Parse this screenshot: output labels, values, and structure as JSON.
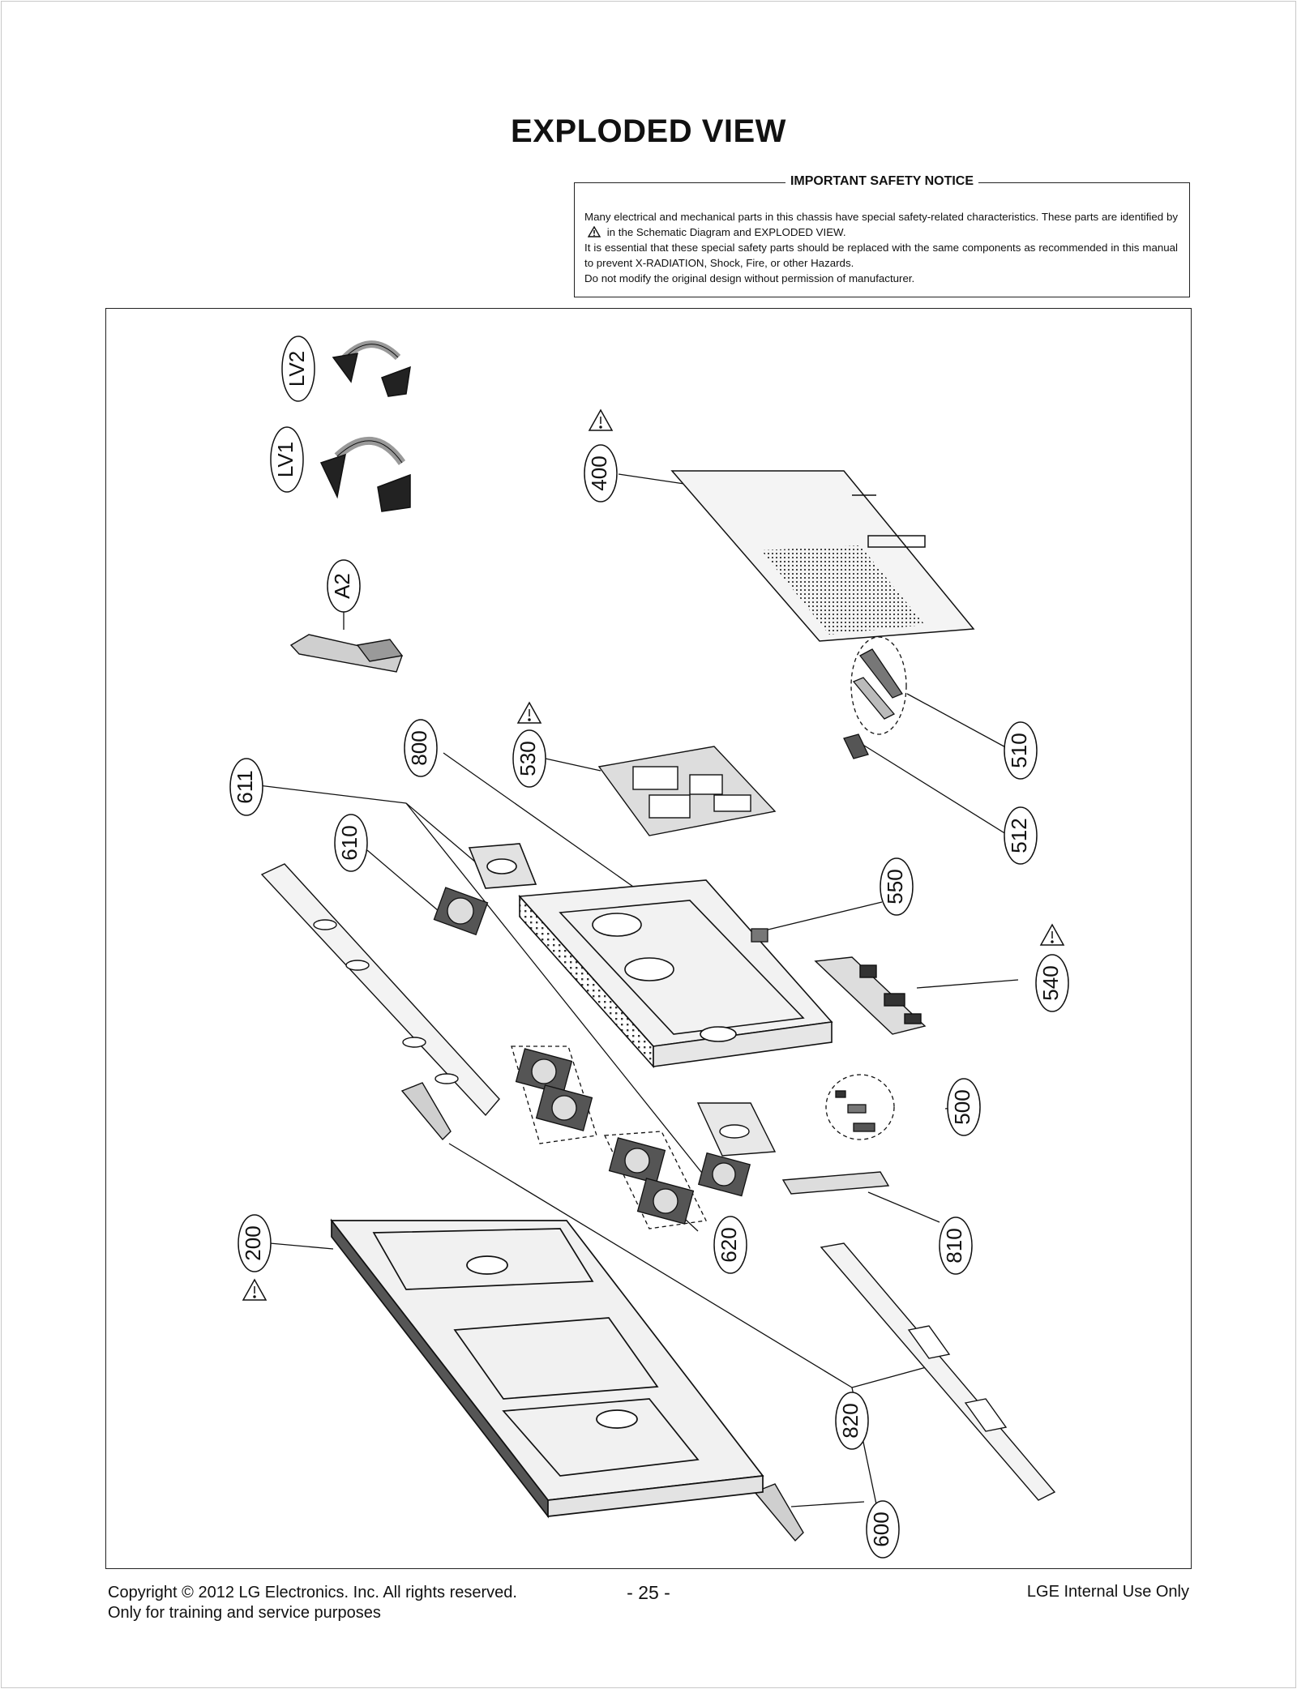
{
  "page": {
    "title": "EXPLODED VIEW"
  },
  "safety_notice": {
    "heading": "IMPORTANT SAFETY NOTICE",
    "line1_before_symbol": "Many electrical and mechanical parts in this chassis have special safety-related characteristics. These parts are identified by",
    "line1_after_symbol": "in the Schematic Diagram and EXPLODED VIEW.",
    "line2": "It is essential that these special safety parts should be replaced with the same components as recommended in this manual to prevent X-RADIATION, Shock, Fire, or other Hazards.",
    "line3": "Do not modify the original design without permission of manufacturer."
  },
  "parts": [
    {
      "id": "LV2",
      "label": "LV2",
      "safety": false
    },
    {
      "id": "LV1",
      "label": "LV1",
      "safety": false
    },
    {
      "id": "A2",
      "label": "A2",
      "safety": false
    },
    {
      "id": "400",
      "label": "400",
      "safety": true
    },
    {
      "id": "510",
      "label": "510",
      "safety": false
    },
    {
      "id": "512",
      "label": "512",
      "safety": false
    },
    {
      "id": "530",
      "label": "530",
      "safety": true
    },
    {
      "id": "800",
      "label": "800",
      "safety": false
    },
    {
      "id": "611",
      "label": "611",
      "safety": false
    },
    {
      "id": "610",
      "label": "610",
      "safety": false
    },
    {
      "id": "550",
      "label": "550",
      "safety": false
    },
    {
      "id": "540",
      "label": "540",
      "safety": true
    },
    {
      "id": "500",
      "label": "500",
      "safety": false
    },
    {
      "id": "620",
      "label": "620",
      "safety": false
    },
    {
      "id": "810",
      "label": "810",
      "safety": false
    },
    {
      "id": "200",
      "label": "200",
      "safety": true
    },
    {
      "id": "820",
      "label": "820",
      "safety": false
    },
    {
      "id": "600",
      "label": "600",
      "safety": false
    }
  ],
  "footer": {
    "copyright": "Copyright  © 2012  LG Electronics. Inc. All rights reserved.",
    "purpose": "Only for training and service purposes",
    "page_number": "- 25 -",
    "usage": "LGE Internal Use Only"
  },
  "colors": {
    "ink": "#111111",
    "part_fill": "#d9d9d9",
    "border": "#222222"
  }
}
